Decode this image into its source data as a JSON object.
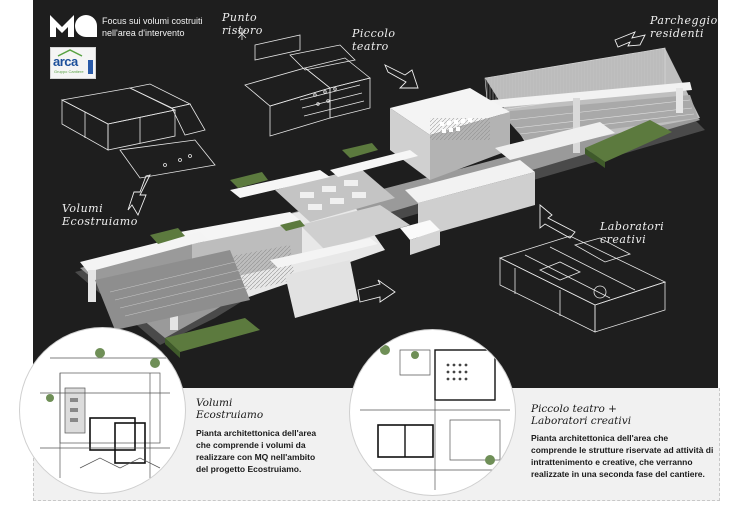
{
  "header": {
    "logo_text": "MQ",
    "line1": "Focus sui volumi costruiti",
    "line2": "nell'area d'intervento"
  },
  "partner_logo": {
    "name": "arca",
    "sub": "Gruppo Cantiere"
  },
  "labels": {
    "punto_ristoro": [
      "Punto",
      "ristoro"
    ],
    "piccolo_teatro": [
      "Piccolo",
      "teatro"
    ],
    "parcheggio": [
      "Parcheggio",
      "residenti"
    ],
    "volumi": [
      "Volumi",
      "Ecostruiamo"
    ],
    "laboratori": [
      "Laboratori",
      "creativi"
    ]
  },
  "plans": [
    {
      "title": [
        "Volumi",
        "Ecostruiamo"
      ],
      "description": [
        "Pianta architettonica dell'area",
        "che comprende i volumi da",
        "realizzare con MQ nell'ambito",
        "del progetto Ecostruiamo."
      ]
    },
    {
      "title": [
        "Piccolo teatro +",
        "Laboratori creativi"
      ],
      "description": [
        "Pianta architettonica dell'area che",
        "comprende le strutture riservate ad attività di",
        "intrattenimento e creative, che verranno",
        "realizzate in una seconda fase del cantiere."
      ]
    }
  ],
  "colors": {
    "board": "#1e1e1e",
    "green": "#5c7a3e",
    "arca_blue": "#1c4f9a",
    "arca_green": "#58a243"
  }
}
